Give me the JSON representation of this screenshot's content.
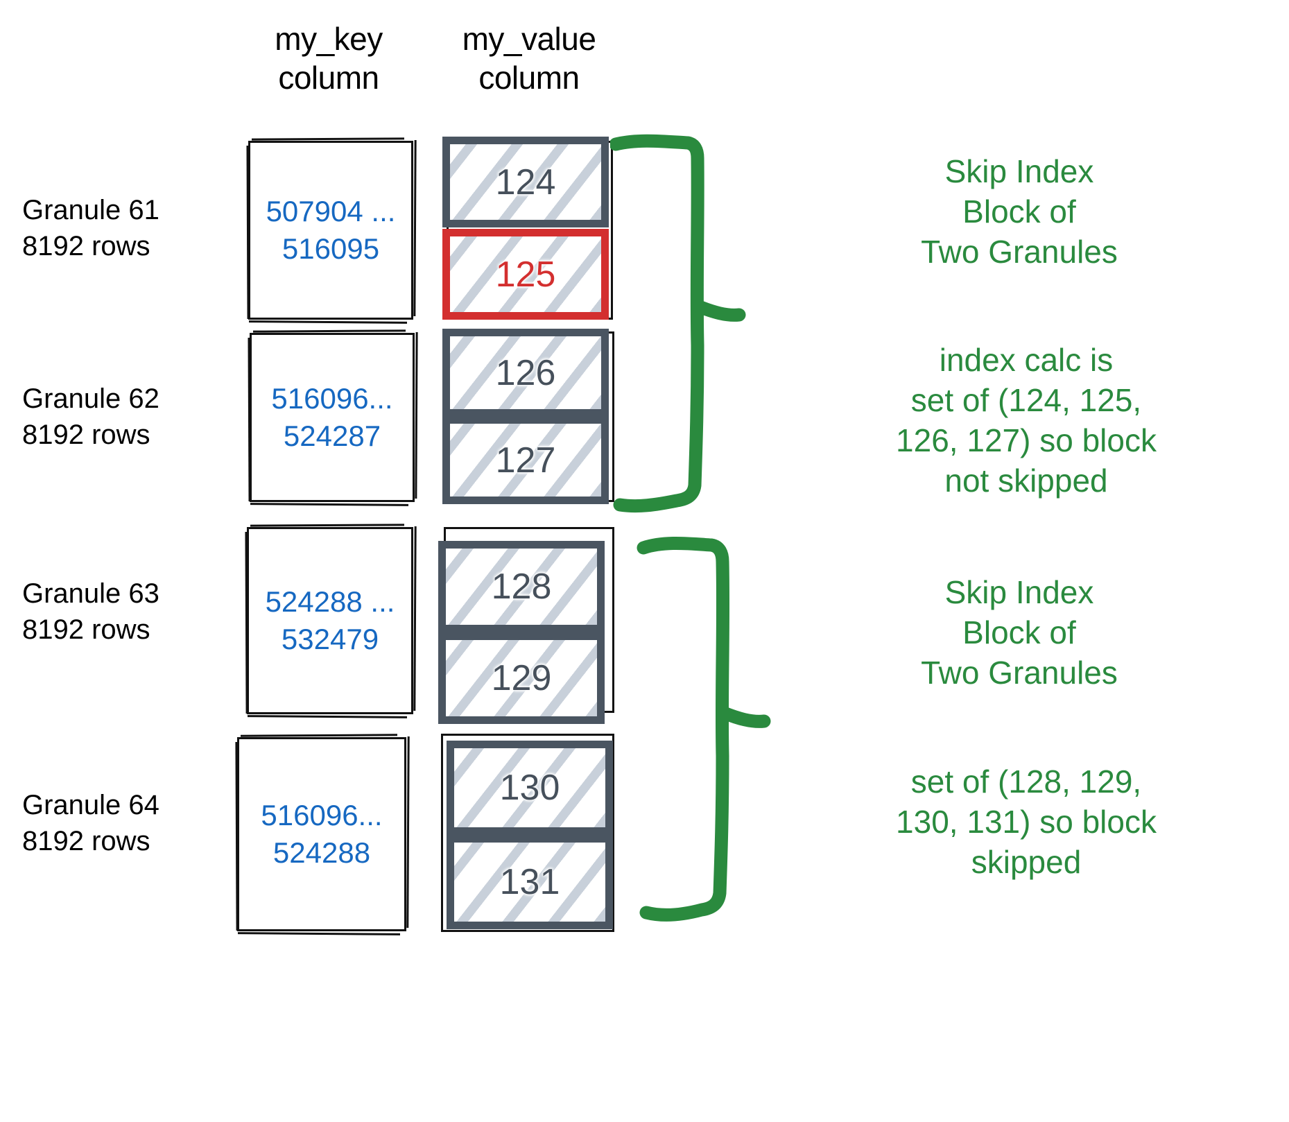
{
  "diagram": {
    "title": "ClickHouse skip-index granule diagram",
    "colors": {
      "key_value_text": "#1668c1",
      "value_text": "#46505b",
      "highlight": "#d32f2f",
      "annotation": "#2a8a3e",
      "box_border": "#4a5561"
    }
  },
  "headers": {
    "key_column": "my_key\ncolumn",
    "value_column": "my_value\ncolumn"
  },
  "granules": [
    {
      "label": "Granule 61\n8192 rows",
      "key_range": "507904 ...\n516095",
      "values": [
        {
          "text": "124",
          "highlighted": false
        },
        {
          "text": "125",
          "highlighted": true
        }
      ]
    },
    {
      "label": "Granule 62\n8192 rows",
      "key_range": "516096...\n524287",
      "values": [
        {
          "text": "126",
          "highlighted": false
        },
        {
          "text": "127",
          "highlighted": false
        }
      ]
    },
    {
      "label": "Granule 63\n8192 rows",
      "key_range": "524288 ...\n532479",
      "values": [
        {
          "text": "128",
          "highlighted": false
        },
        {
          "text": "129",
          "highlighted": false
        }
      ]
    },
    {
      "label": "Granule 64\n8192 rows",
      "key_range": "516096...\n524288",
      "values": [
        {
          "text": "130",
          "highlighted": false
        },
        {
          "text": "131",
          "highlighted": false
        }
      ]
    }
  ],
  "annotations": [
    {
      "block_title": "Skip Index\nBlock of\nTwo Granules",
      "block_note": "index calc is\nset of (124, 125,\n126, 127) so block\nnot skipped"
    },
    {
      "block_title": "Skip Index\nBlock of\nTwo Granules",
      "block_note": "set of (128, 129,\n130, 131) so block\nskipped"
    }
  ]
}
